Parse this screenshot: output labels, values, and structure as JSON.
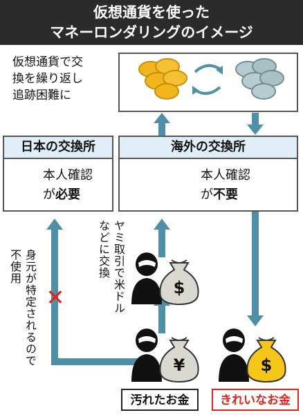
{
  "title": {
    "line1": "仮想通貨を使った",
    "line2": "マネーロンダリングのイメージ"
  },
  "top_box": {
    "line1": "仮想通貨で交",
    "line2": "換を繰り返し",
    "line3": "追跡困難に"
  },
  "japan_exchange": {
    "header": "日本の交換所",
    "line1": "本人確認",
    "line2_prefix": "が",
    "line2_emph": "必要"
  },
  "overseas_exchange": {
    "header": "海外の交換所",
    "line1": "本人確認",
    "line2_prefix": "が",
    "line2_emph": "不要"
  },
  "note_identity": "身元が特定されるので不使用",
  "note_dark_web": "ヤミ取引で米ドルなどに交換",
  "symbols": {
    "dollar": "$",
    "yen": "¥",
    "cross": "✕"
  },
  "labels": {
    "dirty": "汚れたお金",
    "clean": "きれいなお金"
  },
  "colors": {
    "title_bg": "#2b2b2b",
    "arrow": "#4f8fa8",
    "header_bg": "#dfeef7",
    "gold": "#f2b51c",
    "gray_coin": "#a9c0c5",
    "building": "#3e86c6",
    "red": "#e2231a"
  }
}
